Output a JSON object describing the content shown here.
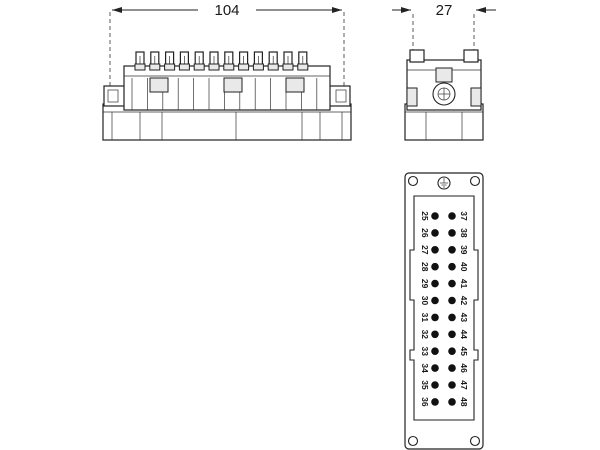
{
  "dimensions": {
    "width_label": "104",
    "depth_label": "27"
  },
  "pin_labels": {
    "left_column": [
      "25",
      "26",
      "27",
      "28",
      "29",
      "30",
      "31",
      "32",
      "33",
      "34",
      "35",
      "36"
    ],
    "right_column": [
      "37",
      "38",
      "39",
      "40",
      "41",
      "42",
      "43",
      "44",
      "45",
      "46",
      "47",
      "48"
    ]
  },
  "colors": {
    "line": "#222222",
    "pin": "#111111"
  }
}
